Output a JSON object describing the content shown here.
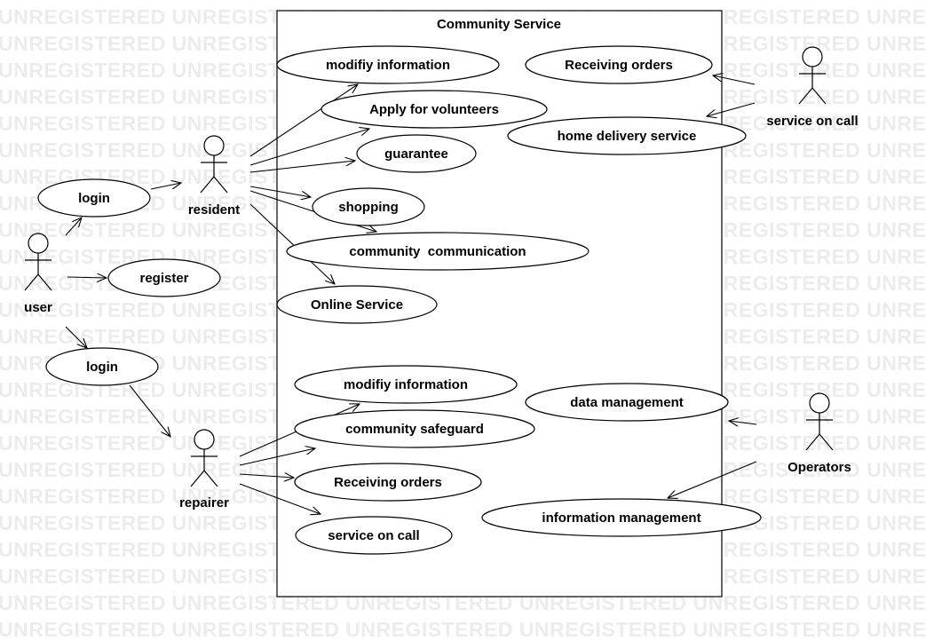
{
  "watermark": "UNREGISTERED",
  "system": {
    "title": "Community Service"
  },
  "actors": {
    "user": "user",
    "resident": "resident",
    "repairer": "repairer",
    "service_on_call": "service on call",
    "operators": "Operators"
  },
  "outside_use_cases": {
    "login_resident": "login",
    "register": "register",
    "login_repairer": "login"
  },
  "use_cases": {
    "modify_info_1": "modifiy information",
    "receiving_orders_1": "Receiving orders",
    "apply_volunteers": "Apply for volunteers",
    "home_delivery": "home delivery service",
    "guarantee": "guarantee",
    "shopping": "shopping",
    "community_communication": "community  communication",
    "online_service": "Online Service",
    "modify_info_2": "modifiy information",
    "data_management": "data management",
    "community_safeguard": "community safeguard",
    "receiving_orders_2": "Receiving orders",
    "information_management": "information management",
    "service_on_call": "service on call"
  }
}
